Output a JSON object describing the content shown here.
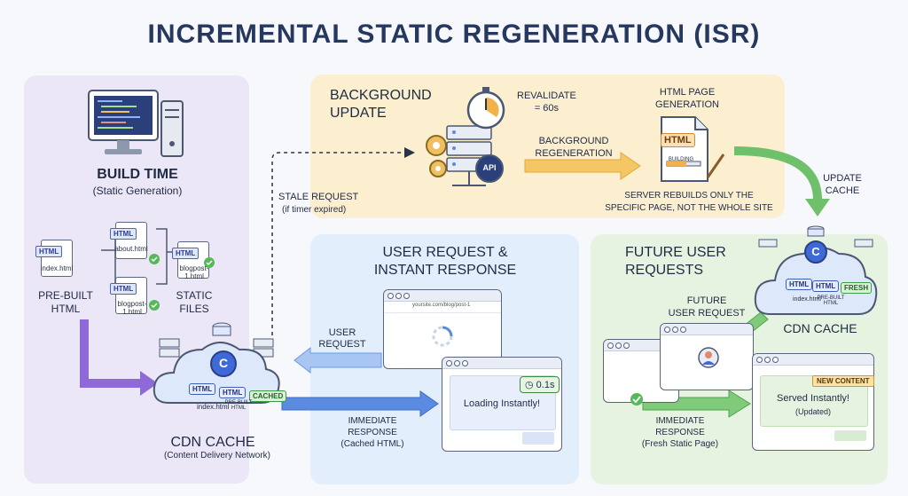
{
  "title": "INCREMENTAL STATIC REGENERATION (ISR)",
  "colors": {
    "build_panel": "#ece7f6",
    "background_panel": "#fbefcf",
    "user_panel": "#e2eefb",
    "future_panel": "#e6f3e1",
    "purple_arrow": "#8d6ad8",
    "blue_arrow": "#6b99e6",
    "orange_arrow": "#f2b24a",
    "green_arrow": "#6fc06b",
    "title": "#26385f"
  },
  "build": {
    "heading": "BUILD TIME",
    "subheading": "(Static Generation)",
    "files": [
      {
        "tag": "HTML",
        "name": "index.html"
      },
      {
        "tag": "HTML",
        "name": "about.html"
      },
      {
        "tag": "HTML",
        "name": "blogpost-1.html"
      },
      {
        "tag": "HTML",
        "name": "blogpost-1.html"
      }
    ],
    "left_label": "PRE-BUILT\nHTML",
    "right_label": "STATIC\nFILES",
    "icons": [
      "monitor-icon",
      "server-tower-icon",
      "check-icon"
    ]
  },
  "cdn_left": {
    "label": "CDN CACHE",
    "sublabel": "(Content Delivery Network)",
    "badge": "C",
    "tags": [
      "HTML",
      "HTML",
      "CACHED"
    ],
    "file_names": [
      "index.html",
      "PRE-BUILT HTML"
    ]
  },
  "background": {
    "heading": "BACKGROUND\nUPDATE",
    "revalidate": "REVALIDATE\n= 60s",
    "api_label": "API",
    "regen_label": "BACKGROUND\nREGENERATION",
    "page_gen_label": "HTML PAGE\nGENERATION",
    "doc_tag": "HTML",
    "doc_status": "BUILDING",
    "note": "SERVER REBUILDS ONLY THE\nSPECIFIC PAGE, NOT THE WHOLE SITE",
    "update_cache": "UPDATE\nCACHE"
  },
  "stale": {
    "label": "STALE REQUEST",
    "sublabel": "(if timer expired)"
  },
  "user": {
    "heading": "USER REQUEST &\nINSTANT RESPONSE",
    "url": "yoursite.com/blog/post-1",
    "request_label": "USER\nREQUEST",
    "response_label": "IMMEDIATE\nRESPONSE\n(Cached HTML)",
    "timer": "0.1s",
    "loading": "Loading Instantly!"
  },
  "future": {
    "heading": "FUTURE USER\nREQUESTS",
    "request_label": "FUTURE\nUSER REQUEST",
    "cdn_label": "CDN CACHE",
    "badge": "C",
    "tags": [
      "HTML",
      "HTML",
      "FRESH"
    ],
    "file_names": [
      "index.html",
      "PRE-BUILT HTML"
    ],
    "response_label": "IMMEDIATE\nRESPONSE\n(Fresh Static Page)",
    "new_badge": "NEW CONTENT",
    "served": "Served Instantly!",
    "served_sub": "(Updated)"
  }
}
